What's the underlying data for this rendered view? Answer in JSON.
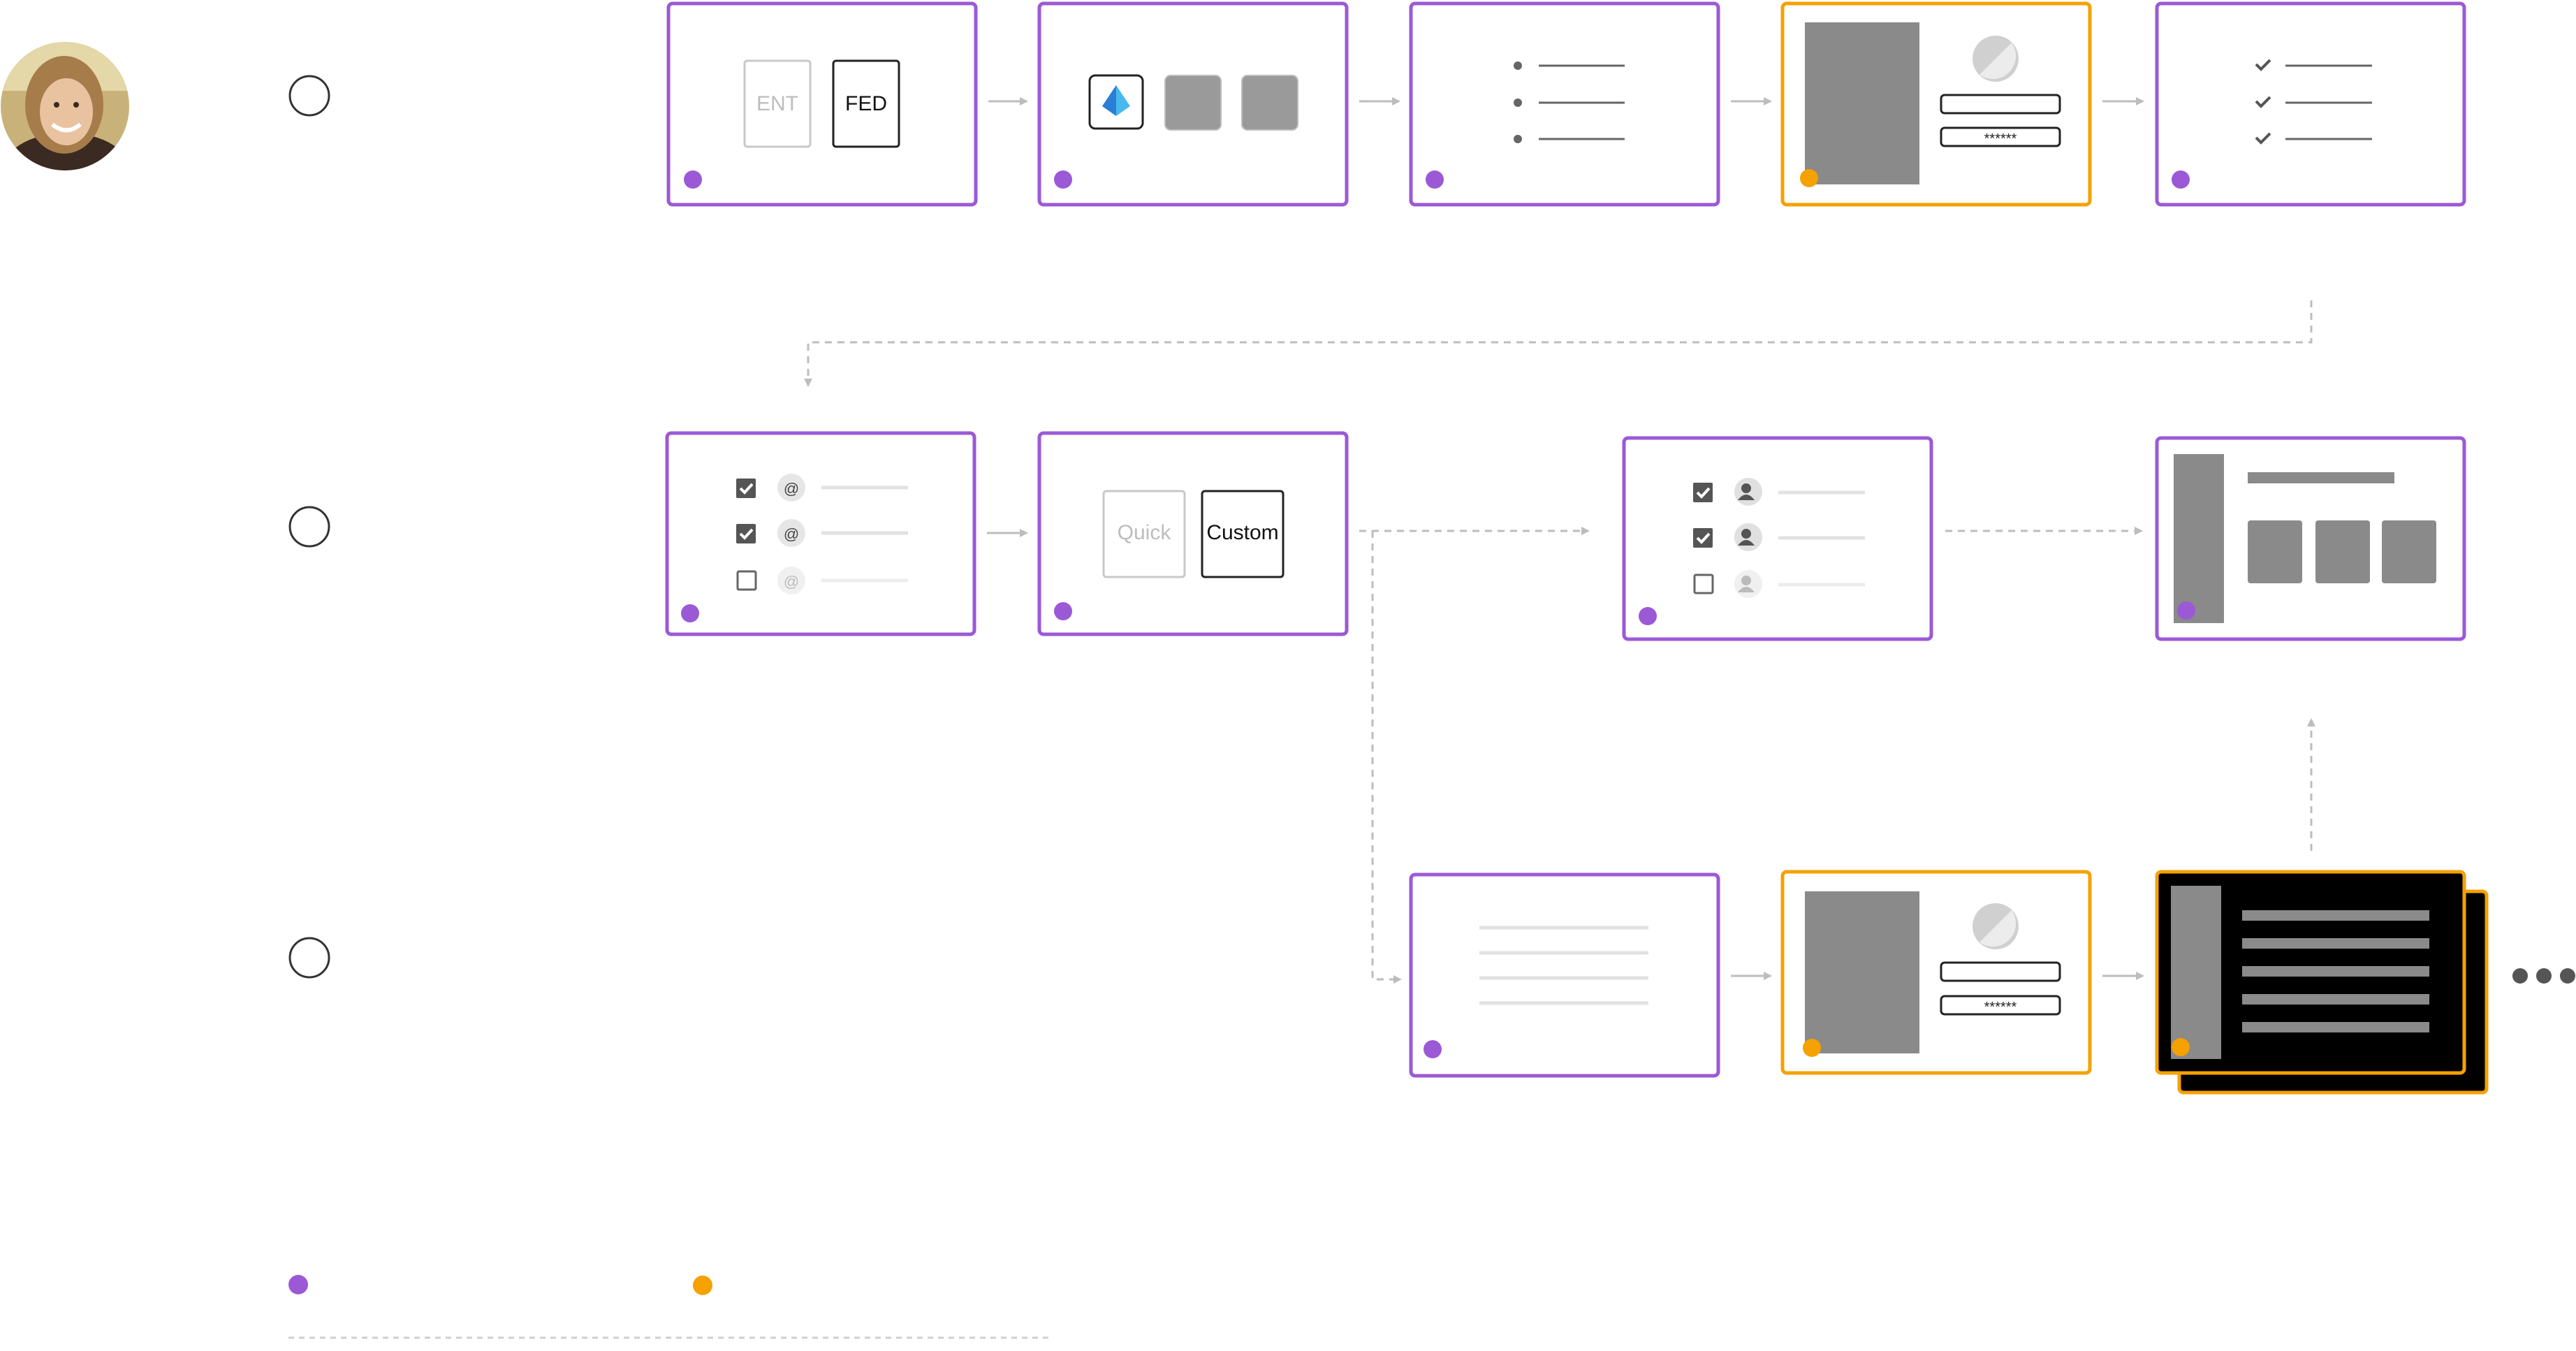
{
  "persona": {
    "avatar_icon": "woman-avatar-photo"
  },
  "steps_markers": [
    "",
    "",
    ""
  ],
  "colors": {
    "purple": "#9b59d6",
    "orange": "#f5a100",
    "arrow": "#bdbdbd",
    "block": "#8a8a8a",
    "dark_card": "#000000"
  },
  "cards": {
    "tenant_type": {
      "ent_label": "ENT",
      "fed_label": "FED",
      "dot": "purple"
    },
    "app_choice": {
      "icon": "azure-ad-pyramid-icon",
      "dot": "purple"
    },
    "bullet_list": {
      "dot": "purple"
    },
    "sign_in": {
      "password_mask": "******",
      "dot": "orange"
    },
    "checklist": {
      "dot": "purple"
    },
    "email_select": {
      "dot": "purple"
    },
    "setup_mode": {
      "quick_label": "Quick",
      "custom_label": "Custom",
      "dot": "purple"
    },
    "user_select": {
      "dot": "purple"
    },
    "dashboard": {
      "dot": "purple"
    },
    "text_page": {
      "dot": "purple"
    },
    "sign_in_2": {
      "password_mask": "******",
      "dot": "orange"
    },
    "dark_app": {
      "dot": "orange"
    }
  },
  "more_indicator": "more-dots-icon",
  "legend": {
    "purple_label": "",
    "orange_label": ""
  }
}
